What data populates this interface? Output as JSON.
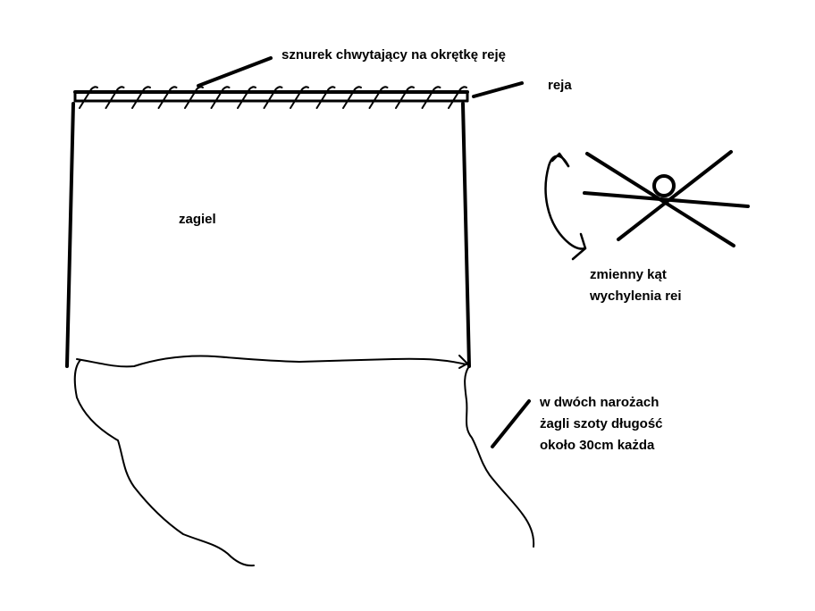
{
  "labels": {
    "lashing": "sznurek chwytający na okrętkę reję",
    "yard": "reja",
    "sail": "zagiel",
    "angle_line1": "zmienny kąt",
    "angle_line2": "wychylenia rei",
    "sheets_line1": "w dwóch narożach",
    "sheets_line2": "żagli szoty długość",
    "sheets_line3": "około 30cm każda"
  },
  "colors": {
    "ink": "#000000",
    "background": "#ffffff"
  }
}
